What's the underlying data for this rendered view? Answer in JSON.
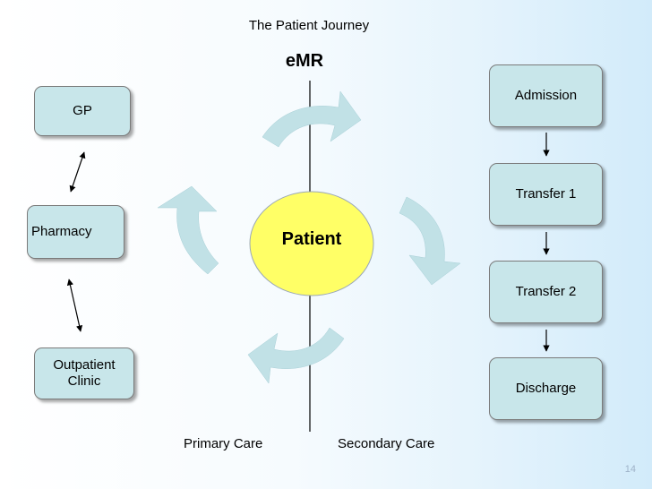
{
  "title": "The Patient Journey",
  "emr": "eMR",
  "center": "Patient",
  "left_boxes": {
    "gp": "GP",
    "pharmacy": "Pharmacy",
    "outpatient": "Outpatient Clinic"
  },
  "right_boxes": {
    "admission": "Admission",
    "transfer1": "Transfer 1",
    "transfer2": "Transfer 2",
    "discharge": "Discharge"
  },
  "bottom_labels": {
    "primary": "Primary Care",
    "secondary": "Secondary Care"
  },
  "page_number": "14",
  "colors": {
    "box_fill": "#c8e6ea",
    "patient_fill": "#ffff66",
    "cycle_arrow": "#c1e1e6"
  }
}
